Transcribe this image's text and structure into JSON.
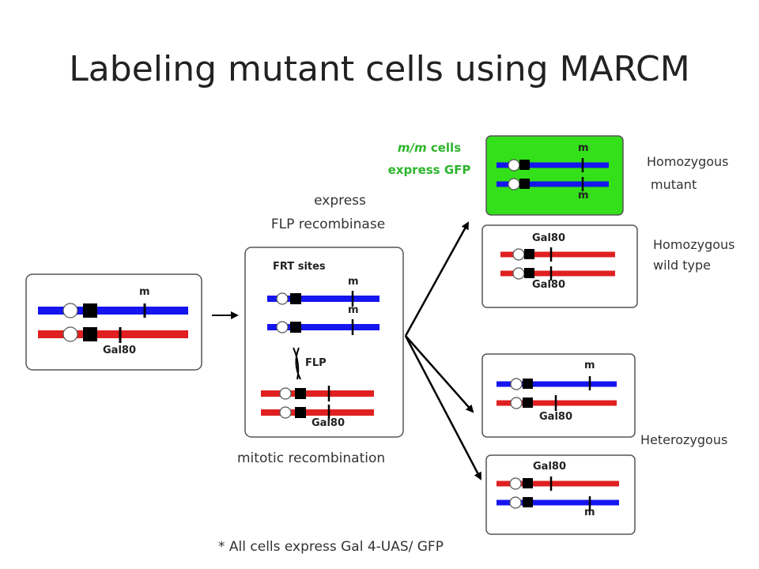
{
  "title": "Labeling mutant cells using MARCM",
  "step1": {
    "line1": "express",
    "line2": "FLP recombinase"
  },
  "step2": "mitotic recombination",
  "footnote": "* All cells express Gal 4-UAS/ GFP",
  "gfp_label": {
    "line1_em": "m/m",
    "line1_rest": " cells",
    "line2": "express GFP"
  },
  "labels": {
    "m": "m",
    "gal80": "Gal80",
    "frt_sites": "FRT sites",
    "flp": "FLP"
  },
  "outcomes": {
    "homozygous_mutant": [
      "Homozygous",
      "mutant"
    ],
    "homozygous_wildtype": [
      "Homozygous",
      "wild type"
    ],
    "heterozygous": "Heterozygous"
  },
  "colors": {
    "blue_chromosome": "#1515f0",
    "red_chromosome": "#e02020",
    "gfp_green": "#33e01a",
    "green_text": "#2db52d"
  }
}
